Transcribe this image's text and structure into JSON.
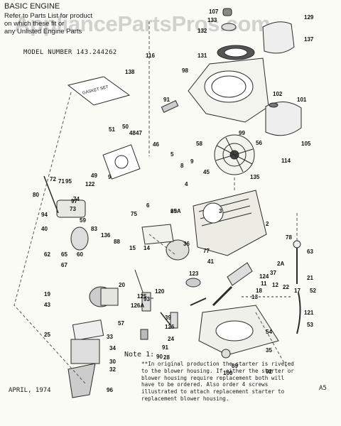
{
  "header": {
    "title": "BASIC ENGINE",
    "lines": [
      "Refer to Parts List for product",
      "on which these fit or",
      "any Unlisted Engine Parts"
    ]
  },
  "watermark": "AppliancePartsPros.com",
  "model_number": "MODEL NUMBER 143.244262",
  "gasket_set_label": "GASKET SET",
  "note": {
    "title": "Note 1:",
    "body": "**In original production the starter is riveted to the blower housing. If either the starter or blower housing require replacement both will have to be ordered. Also order 4 screws illustrated to attach replacement starter to replacement blower housing."
  },
  "date": "APRIL, 1974",
  "page_code": "A5",
  "callouts": [
    "107",
    "129",
    "133",
    "132",
    "137",
    "116",
    "131",
    "98",
    "138",
    "91",
    "102",
    "101",
    "99",
    "105",
    "114",
    "56",
    "58",
    "45",
    "135",
    "51",
    "50",
    "48",
    "47",
    "46",
    "5",
    "9",
    "8",
    "72",
    "71",
    "95",
    "122",
    "49",
    "9",
    "4",
    "80",
    "74",
    "97",
    "73",
    "94",
    "40",
    "6",
    "59",
    "75",
    "3",
    "2",
    "83",
    "136",
    "88",
    "14",
    "15",
    "36",
    "78",
    "62",
    "65",
    "60",
    "67",
    "41",
    "63",
    "77",
    "123",
    "2A",
    "21",
    "37",
    "124",
    "11",
    "18",
    "13",
    "12",
    "22",
    "17",
    "19",
    "20",
    "120",
    "43",
    "52",
    "121",
    "126A",
    "125",
    "93",
    "39",
    "53",
    "33",
    "57",
    "126",
    "54",
    "34",
    "24",
    "89",
    "35",
    "25",
    "30",
    "91",
    "90",
    "32",
    "28",
    "92",
    "96",
    "100",
    "69A",
    "25"
  ]
}
